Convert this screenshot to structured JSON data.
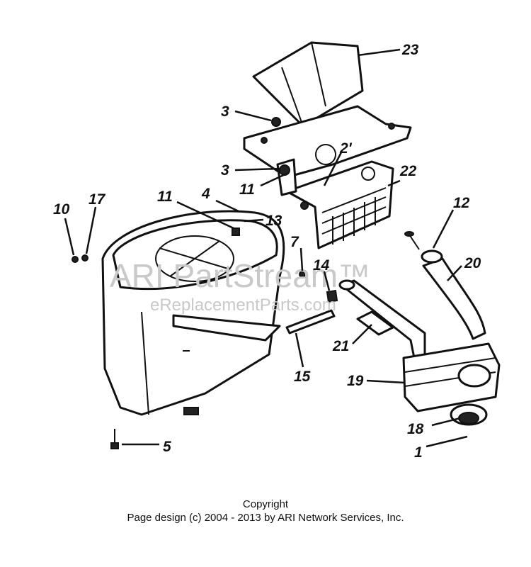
{
  "diagram": {
    "callouts": [
      {
        "id": "23",
        "label": "23"
      },
      {
        "id": "3a",
        "label": "3"
      },
      {
        "id": "3b",
        "label": "3"
      },
      {
        "id": "2",
        "label": "2'"
      },
      {
        "id": "22",
        "label": "22"
      },
      {
        "id": "11a",
        "label": "11"
      },
      {
        "id": "11b",
        "label": "11"
      },
      {
        "id": "4",
        "label": "4"
      },
      {
        "id": "13",
        "label": "13"
      },
      {
        "id": "10",
        "label": "10"
      },
      {
        "id": "17",
        "label": "17"
      },
      {
        "id": "12",
        "label": "12"
      },
      {
        "id": "7",
        "label": "7"
      },
      {
        "id": "14",
        "label": "14"
      },
      {
        "id": "20",
        "label": "20"
      },
      {
        "id": "21",
        "label": "21"
      },
      {
        "id": "15",
        "label": "15"
      },
      {
        "id": "19",
        "label": "19"
      },
      {
        "id": "18",
        "label": "18"
      },
      {
        "id": "1",
        "label": "1"
      },
      {
        "id": "5",
        "label": "5"
      }
    ],
    "watermark": {
      "brand": "ARI PartStream™",
      "site": "eReplacementParts.com"
    }
  },
  "footer": {
    "line1": "Copyright",
    "line2": "Page design (c) 2004 - 2013 by ARI Network Services, Inc."
  }
}
